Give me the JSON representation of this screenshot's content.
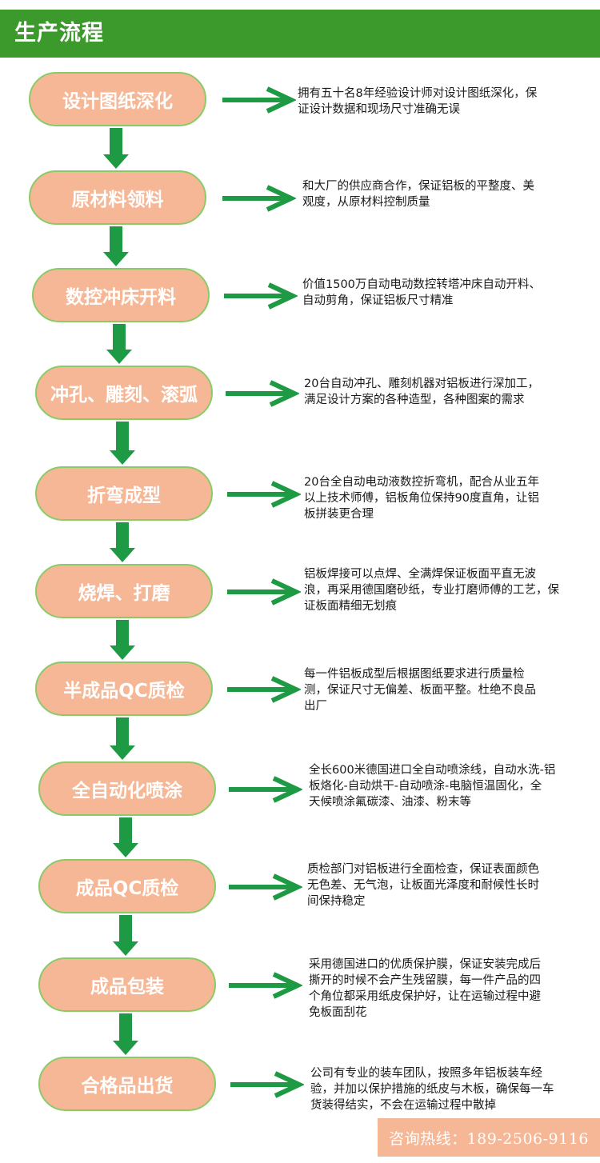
{
  "header": {
    "title": "生产流程"
  },
  "colors": {
    "header_green": "#3c9a2c",
    "pill_fill": "#f6b796",
    "pill_border": "#8acb68",
    "arrow_green": "#1e9a44"
  },
  "steps": [
    {
      "label": "设计图纸深化",
      "lines": [
        "拥有五十名8年经验设计师对设计图纸深化，保",
        "证设计数据和现场尺寸准确无误"
      ]
    },
    {
      "label": "原材料领料",
      "lines": [
        "和大厂的供应商合作，保证铝板的平整度、美",
        "观度，从原材料控制质量"
      ]
    },
    {
      "label": "数控冲床开料",
      "lines": [
        "价值1500万自动电动数控转塔冲床自动开料、",
        "自动剪角，保证铝板尺寸精准"
      ]
    },
    {
      "label": "冲孔、雕刻、滚弧",
      "lines": [
        "20台自动冲孔、雕刻机器对铝板进行深加工，",
        "满足设计方案的各种造型，各种图案的需求"
      ]
    },
    {
      "label": "折弯成型",
      "lines": [
        "20台全自动电动液数控折弯机，配合从业五年",
        "以上技术师傅，铝板角位保持90度直角，让铝",
        "板拼装更合理"
      ]
    },
    {
      "label": "烧焊、打磨",
      "lines": [
        "铝板焊接可以点焊、全满焊保证板面平直无波",
        "浪，再采用德国磨砂纸，专业打磨师傅的工艺，保",
        "证板面精细无划痕"
      ]
    },
    {
      "label": "半成品QC质检",
      "lines": [
        "每一件铝板成型后根据图纸要求进行质量检",
        "测，保证尺寸无偏差、板面平整。杜绝不良品",
        "出厂"
      ]
    },
    {
      "label": "全自动化喷涂",
      "lines": [
        "全长600米德国进口全自动喷涂线，自动水洗-铝",
        "板烙化-自动烘干-自动喷涂-电脑恒温固化，全",
        "天候喷涂氟碳漆、油漆、粉末等"
      ]
    },
    {
      "label": "成品QC质检",
      "lines": [
        "质检部门对铝板进行全面检查，保证表面颜色",
        "无色差、无气泡，让板面光泽度和耐候性长时",
        "间保持稳定"
      ]
    },
    {
      "label": "成品包装",
      "lines": [
        "采用德国进口的优质保护膜，保证安装完成后",
        "撕开的时候不会产生残留膜，每一件产品的四",
        "个角位都采用纸皮保护好，让在运输过程中避",
        "免板面刮花"
      ]
    },
    {
      "label": "合格品出货",
      "lines": [
        "公司有专业的装车团队，按照多年铝板装车经",
        "验，并加以保护措施的纸皮与木板，确保每一车",
        "货装得结实，不会在运输过程中散掉"
      ]
    }
  ],
  "footer": {
    "hotline": "咨询热线：189-2506-9116"
  }
}
